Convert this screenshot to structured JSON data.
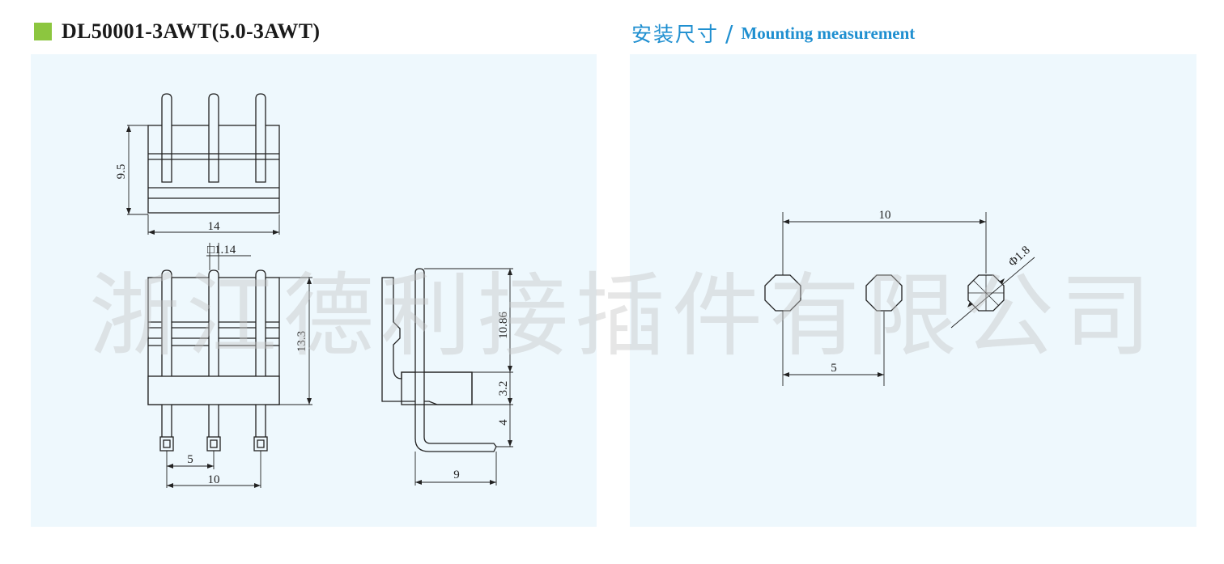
{
  "header": {
    "product_title": "DL50001-3AWT(5.0-3AWT)",
    "section_title_zh": "安装尺寸",
    "separator": "/",
    "section_title_en": "Mounting measurement"
  },
  "colors": {
    "accent_green": "#8cc63f",
    "title_blue": "#1f8fd0",
    "panel_bg": "#eef8fd"
  },
  "drawing_dims": {
    "top_view_height": "9.5",
    "top_view_width": "14",
    "pin_square": "□1.14",
    "front_height": "13.3",
    "pitch": "5",
    "span": "10",
    "side_upper": "10.86",
    "side_body": "3.2",
    "side_lower": "4",
    "side_length": "9"
  },
  "mounting_dims": {
    "span": "10",
    "pitch": "5",
    "hole_diameter": "Φ1.8"
  },
  "watermark": "浙江德利接插件有限公司"
}
